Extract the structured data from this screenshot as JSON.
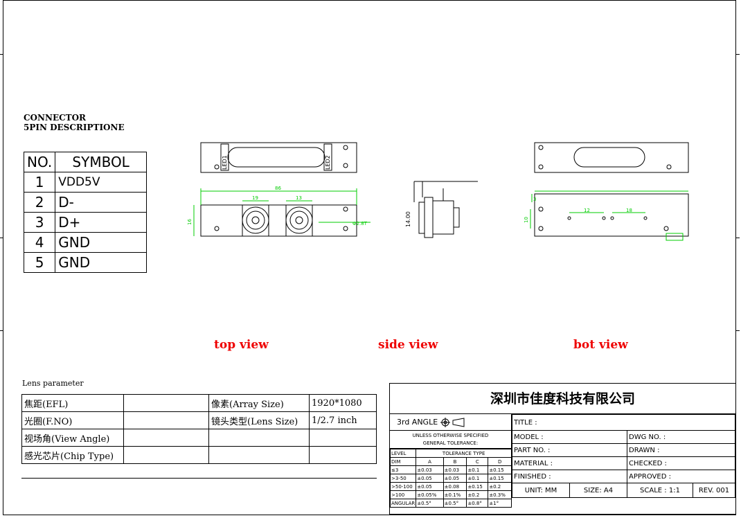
{
  "connector": {
    "title_line1": "CONNECTOR",
    "title_line2": "5PIN DESCRIPTIONE",
    "header_no": "NO.",
    "header_symbol": "SYMBOL",
    "pins": [
      {
        "no": "1",
        "symbol": "VDD5V"
      },
      {
        "no": "2",
        "symbol": "D-"
      },
      {
        "no": "3",
        "symbol": "D+"
      },
      {
        "no": "4",
        "symbol": "GND"
      },
      {
        "no": "5",
        "symbol": "GND"
      }
    ]
  },
  "views": {
    "top": "top view",
    "side": "side view",
    "bot": "bot view"
  },
  "drawing_labels": {
    "led1": "LED1",
    "led2": "LED2",
    "dim_width": "86",
    "dim_lens1": "19",
    "dim_lens2": "13",
    "dim_left_height": "16",
    "dim_right": "Φ2.8T",
    "dim_side": "14.00",
    "bot_dim_a": "12",
    "bot_dim_b": "18",
    "bot_dim_h": "10",
    "bot_dim_c": "3"
  },
  "lens_parameter": {
    "title": "Lens parameter",
    "rows": [
      {
        "label": "焦距(EFL)",
        "value": "",
        "label2": "像素(Array Size)",
        "value2": "1920*1080"
      },
      {
        "label": "光圈(F.NO)",
        "value": "",
        "label2": "镜头类型(Lens Size)",
        "value2": "1/2.7 inch"
      },
      {
        "label": "视场角(View Angle)",
        "value": "",
        "label2": "",
        "value2": ""
      },
      {
        "label": "感光芯片(Chip Type)",
        "value": "",
        "label2": "",
        "value2": ""
      }
    ]
  },
  "title_block": {
    "company": "深圳市佳度科技有限公司",
    "angle": "3rd ANGLE",
    "unless": "UNLESS OTHERWISE SPECIFIED",
    "general": "GENERAL TOLERANCE:",
    "level": "LEVEL",
    "tol_type": "TOLERANCE TYPE",
    "dim": "DIM",
    "tol_cols": [
      "A",
      "B",
      "C",
      "D"
    ],
    "tol_rows": [
      {
        "dim": "≤3",
        "a": "±0.03",
        "b": "±0.03",
        "c": "±0.1",
        "d": "±0.15"
      },
      {
        "dim": ">3-50",
        "a": "±0.05",
        "b": "±0.05",
        "c": "±0.1",
        "d": "±0.15"
      },
      {
        "dim": ">50-100",
        "a": "±0.05",
        "b": "±0.08",
        "c": "±0.15",
        "d": "±0.2"
      },
      {
        "dim": ">100",
        "a": "±0.05%",
        "b": "±0.1%",
        "c": "±0.2",
        "d": "±0.3%"
      },
      {
        "dim": "ANGULAR",
        "a": "±0.5°",
        "b": "±0.5°",
        "c": "±0.8°",
        "d": "±1°"
      }
    ],
    "title": "TITLE :",
    "model": "MODEL :",
    "dwg_no": "DWG NO. :",
    "part_no": "PART NO. :",
    "drawn": "DRAWN :",
    "material": "MATERIAL :",
    "checked": "CHECKED :",
    "finished": "FINISHED :",
    "approved": "APPROVED :",
    "unit": "UNIT: MM",
    "size": "SIZE: A4",
    "scale": "SCALE : 1:1",
    "rev": "REV. 001"
  },
  "colors": {
    "dim_green": "#00cc00",
    "label_red": "#e00000",
    "line": "#000000"
  }
}
